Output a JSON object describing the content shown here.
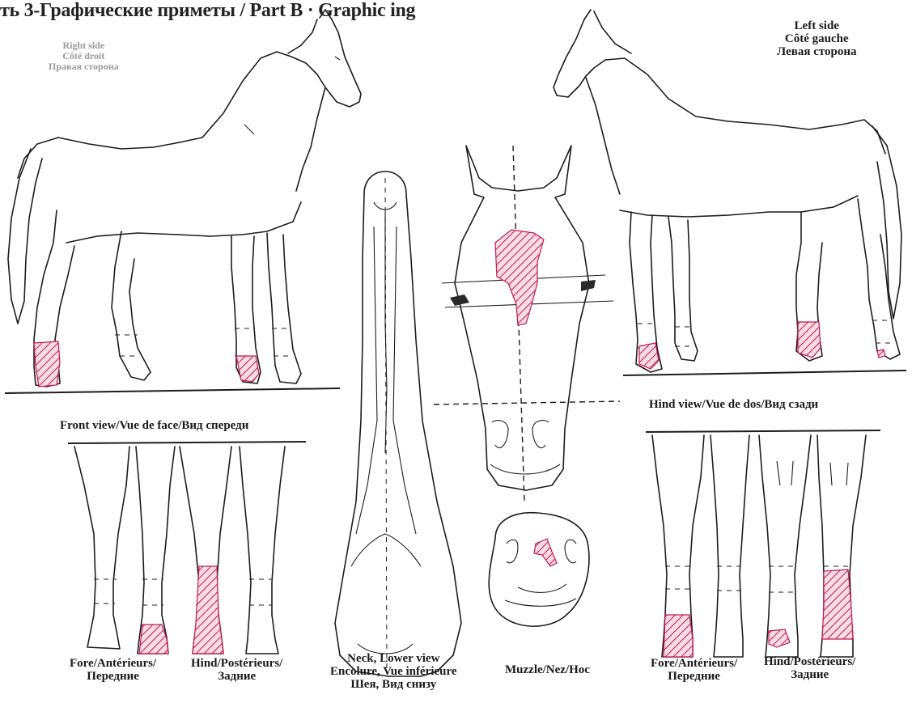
{
  "header": {
    "title": "ть 3-Графические приметы / Part B · Graphic ing"
  },
  "labels": {
    "right_side": [
      "Right side",
      "Côté droit",
      "Правая сторона"
    ],
    "left_side": [
      "Left side",
      "Côté gauche",
      "Левая сторона"
    ],
    "front_view": "Front view/Vue de face/Вид спереди",
    "hind_view": "Hind view/Vue de dos/Вид сзади",
    "front_fore": [
      "Fore/Antérieurs/",
      "Передние"
    ],
    "front_hind": [
      "Hind/Postérieurs/",
      "Задние"
    ],
    "neck": [
      "Neck, Lower view",
      "Encolure, Vue inférieure",
      "Шея, Вид снизу"
    ],
    "muzzle": "Muzzle/Nez/Hoc",
    "hind_fore": [
      "Fore/Antérieurs/",
      "Передние"
    ],
    "hind_hind": [
      "Hind/Postérieurs/",
      "Задние"
    ]
  },
  "colors": {
    "marking": "#c21a4a",
    "line": "#1d1d1d"
  }
}
